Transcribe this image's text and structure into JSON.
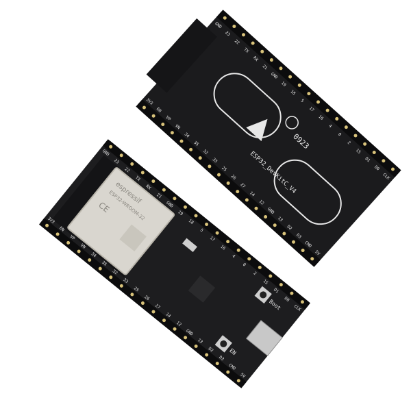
{
  "scene": {
    "description_colors": {
      "background": "#ffffff",
      "pcb": "#1b1b1d",
      "silkscreen": "#e8e8e8",
      "shield": "#d9d6cf",
      "pins": "#d8c27a",
      "headers": "#111111"
    }
  },
  "back_board": {
    "board_name": "ESP32_DevKitC_V4",
    "code": "0923",
    "top_pins": [
      "GND",
      "23",
      "22",
      "TX",
      "RX",
      "21",
      "GND",
      "19",
      "18",
      "5",
      "17",
      "16",
      "4",
      "0",
      "2",
      "15",
      "D1",
      "D0",
      "CLK"
    ],
    "bottom_pins": [
      "3V3",
      "EN",
      "VP",
      "VN",
      "34",
      "35",
      "32",
      "33",
      "25",
      "26",
      "27",
      "14",
      "12",
      "GND",
      "13",
      "D2",
      "D3",
      "CMD",
      "5V"
    ]
  },
  "front_board": {
    "module_brand": "espressif",
    "module_name": "ESP32-WROOM-32",
    "ce_mark": "CE",
    "boot_label": "Boot",
    "en_label": "EN",
    "top_pins": [
      "GND",
      "23",
      "22",
      "TX",
      "RX",
      "21",
      "GND",
      "19",
      "18",
      "5",
      "17",
      "16",
      "4",
      "0",
      "2",
      "15",
      "D1",
      "D0",
      "CLK"
    ],
    "bottom_pins": [
      "3V3",
      "EN",
      "VP",
      "VN",
      "34",
      "35",
      "32",
      "33",
      "25",
      "26",
      "27",
      "14",
      "12",
      "GND",
      "13",
      "D2",
      "D3",
      "CMD",
      "5V"
    ]
  }
}
